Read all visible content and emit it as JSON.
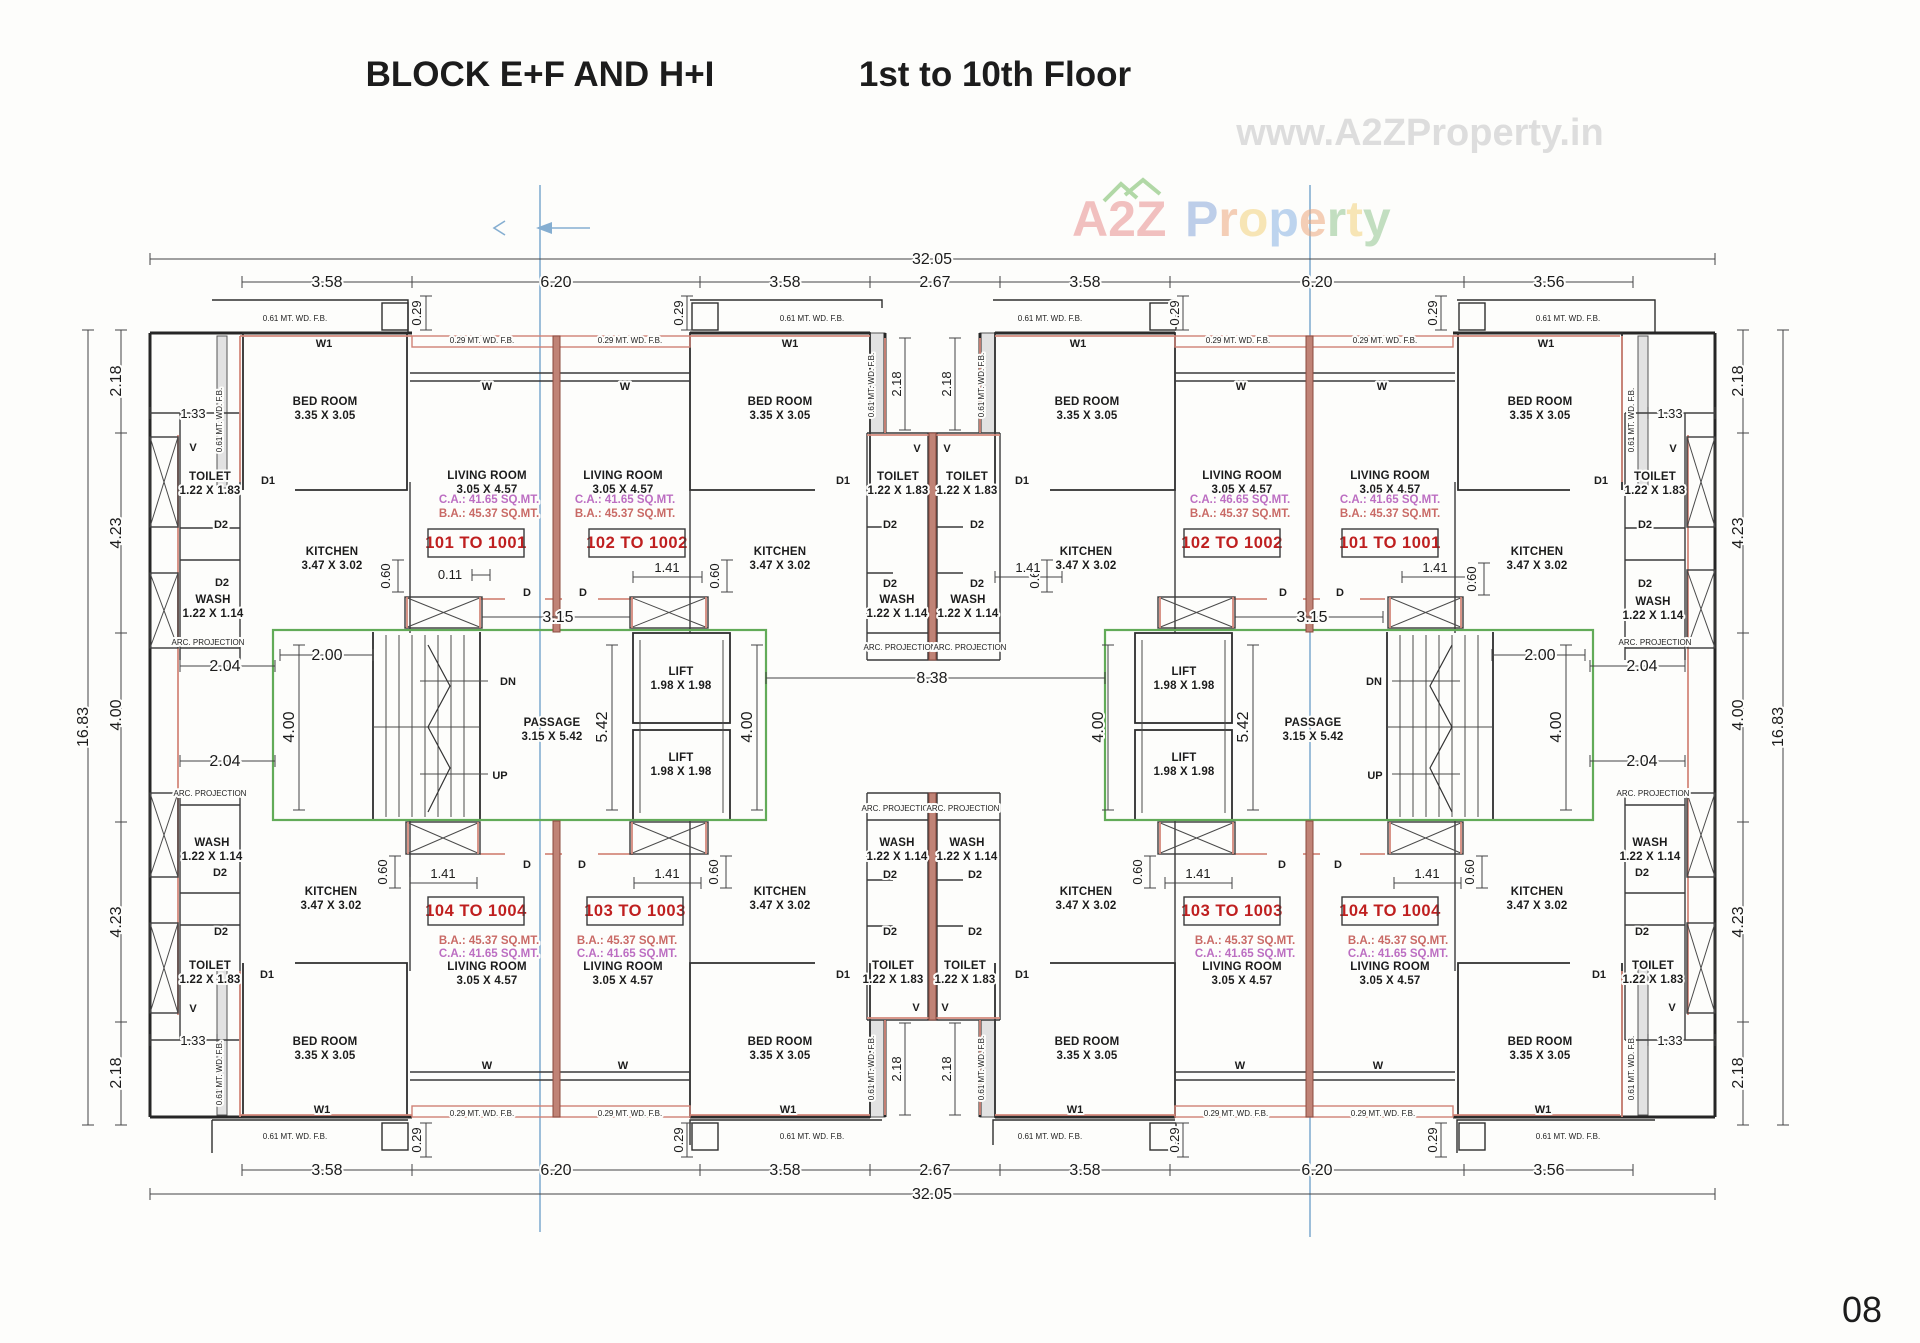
{
  "header": {
    "block_title": "BLOCK E+F AND H+I",
    "floor_title": "1st to 10th Floor"
  },
  "watermark": {
    "url": "www.A2ZProperty.in",
    "logo_a2z": "A2Z",
    "logo_property": "Property"
  },
  "page_number": "08",
  "colors": {
    "unit_label_red": "#bf1f1f",
    "carpet_area_magenta": "#bc6ec2",
    "builtup_area_red": "#c96a66",
    "wall_black": "#262626",
    "accent_red": "#d4897c",
    "core_green": "#62ab58",
    "fold_line_blue": "#85aed1",
    "watermark_grey": "#dadada",
    "logo_a2z_red": "#e98f8f",
    "property_letters": [
      "#89a8dc",
      "#eda97e",
      "#f3d27d",
      "#89b4e4",
      "#eda97e",
      "#93c690",
      "#f3d27d",
      "#93c690"
    ]
  },
  "rooms": {
    "bedroom": {
      "name": "BED ROOM",
      "size": "3.35 X 3.05"
    },
    "living": {
      "name": "LIVING ROOM",
      "size": "3.05 X 4.57"
    },
    "kitchen": {
      "name": "KITCHEN",
      "size": "3.47 X 3.02"
    },
    "toilet": {
      "name": "TOILET",
      "size": "1.22 X 1.83"
    },
    "wash": {
      "name": "WASH",
      "size": "1.22 X 1.14"
    },
    "passage": {
      "name": "PASSAGE",
      "size": "3.15 X 5.42"
    },
    "lift": {
      "name": "LIFT",
      "size": "1.98 X 1.98"
    }
  },
  "units": [
    {
      "id": "101 TO 1001",
      "ca": "C.A.: 41.65 SQ.MT.",
      "ba": "B.A.: 45.37 SQ.MT."
    },
    {
      "id": "102 TO 1002",
      "ca": "C.A.: 41.65 SQ.MT.",
      "ba": "B.A.: 45.37 SQ.MT."
    },
    {
      "id": "102 TO 1002",
      "ca": "C.A.: 46.65 SQ.MT.",
      "ba": "B.A.: 45.37 SQ.MT."
    },
    {
      "id": "101 TO 1001",
      "ca": "C.A.: 41.65 SQ.MT.",
      "ba": "B.A.: 45.37 SQ.MT."
    },
    {
      "id": "104 TO 1004",
      "ca": "C.A.: 41.65 SQ.MT.",
      "ba": "B.A.: 45.37 SQ.MT."
    },
    {
      "id": "103 TO 1003",
      "ca": "C.A.: 41.65 SQ.MT.",
      "ba": "B.A.: 45.37 SQ.MT."
    },
    {
      "id": "103 TO 1003",
      "ca": "C.A.: 41.65 SQ.MT.",
      "ba": "B.A.: 45.37 SQ.MT."
    },
    {
      "id": "104 TO 1004",
      "ca": "C.A.: 41.65 SQ.MT.",
      "ba": "B.A.: 45.37 SQ.MT."
    }
  ],
  "dims": {
    "d3205": "32.05",
    "d1683": "16.83",
    "d358": "3.58",
    "d620": "6.20",
    "d267": "2.67",
    "d356": "3.56",
    "d218": "2.18",
    "d423": "4.23",
    "d400": "4.00",
    "d133": "1.33",
    "d029": "0.29",
    "d060": "0.60",
    "d011": "0.11",
    "d141": "1.41",
    "d204": "2.04",
    "d200": "2.00",
    "d315": "3.15",
    "d542": "5.42",
    "d838": "8.38"
  },
  "ann": {
    "w": "W",
    "w1": "W1",
    "d": "D",
    "d1": "D1",
    "d2": "D2",
    "v": "V",
    "dn": "DN",
    "up": "UP",
    "fb61": "0.61 MT. WD. F.B.",
    "fb29": "0.29 MT. WD. F.B.",
    "arc": "ARC. PROJECTION"
  }
}
